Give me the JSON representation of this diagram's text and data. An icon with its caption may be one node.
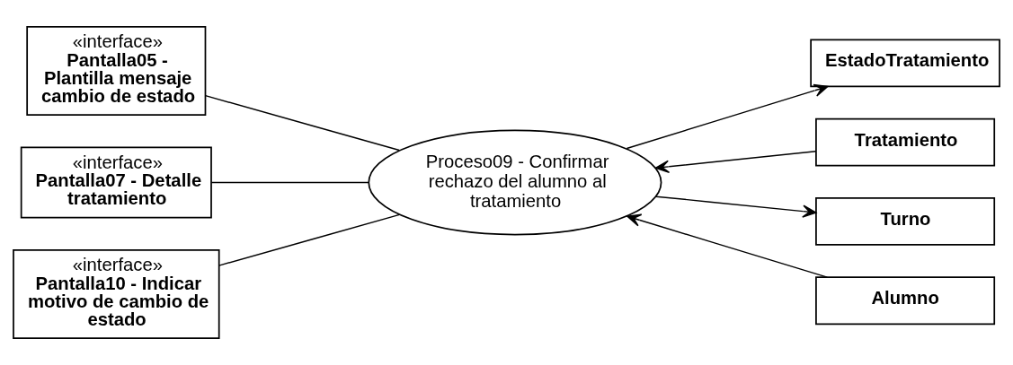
{
  "diagram": {
    "nodes": [
      {
        "text": [
          "«interface»",
          "Pantalla05 - Plantilla mensaje cambio de estado"
        ]
      },
      {
        "text": [
          "«interface»",
          "Pantalla07 - Detalle tratamiento"
        ]
      },
      {
        "text": [
          "«interface»",
          "Pantalla10 - Indicar motivo de cambio de estado"
        ]
      },
      {
        "text": [
          "Proceso09 - Confirmar rechazo del alumno al tratamiento"
        ]
      },
      {
        "text": [
          "EstadoTratamiento"
        ]
      },
      {
        "text": [
          "Tratamiento"
        ]
      },
      {
        "text": [
          "Turno"
        ]
      },
      {
        "text": [
          "Alumno"
        ]
      }
    ],
    "edges": [
      {
        "from": 0,
        "to": 3,
        "arrow": "none"
      },
      {
        "from": 1,
        "to": 3,
        "arrow": "none"
      },
      {
        "from": 2,
        "to": 3,
        "arrow": "none"
      },
      {
        "from": 3,
        "to": 4,
        "arrow": "to"
      },
      {
        "from": 5,
        "to": 3,
        "arrow": "to"
      },
      {
        "from": 3,
        "to": 6,
        "arrow": "to"
      },
      {
        "from": 7,
        "to": 3,
        "arrow": "to"
      }
    ]
  }
}
